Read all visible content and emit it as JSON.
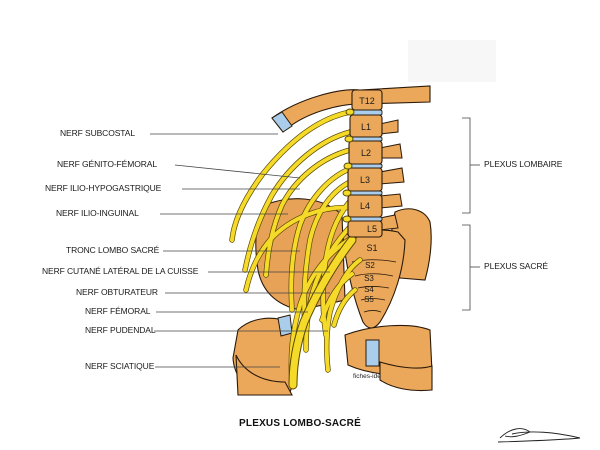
{
  "title": "PLEXUS LOMBO-SACRÉ",
  "credit": "fiches-ide",
  "vertebrae": [
    "T12",
    "L1",
    "L2",
    "L3",
    "L4",
    "L5"
  ],
  "sacral": [
    "S1",
    "S2",
    "S3",
    "S4",
    "S5"
  ],
  "nerve_labels": [
    "NERF SUBCOSTAL",
    "NERF GÉNITO-FÉMORAL",
    "NERF ILIO-HYPOGASTRIQUE",
    "NERF ILIO-INGUINAL",
    "TRONC LOMBO SACRÉ",
    "NERF CUTANÉ LATÉRAL DE LA CUISSE",
    "NERF OBTURATEUR",
    "NERF FÉMORAL",
    "NERF PUDENDAL",
    "NERF SCIATIQUE"
  ],
  "plexus_labels": [
    "PLEXUS LOMBAIRE",
    "PLEXUS SACRÉ"
  ],
  "colors": {
    "bone": "#EBA85A",
    "bone_outline": "#2a1a0a",
    "disc": "#A9CDEA",
    "nerve": "#F5DA2A",
    "nerve_outline": "#5a4a00",
    "line": "#444444"
  }
}
